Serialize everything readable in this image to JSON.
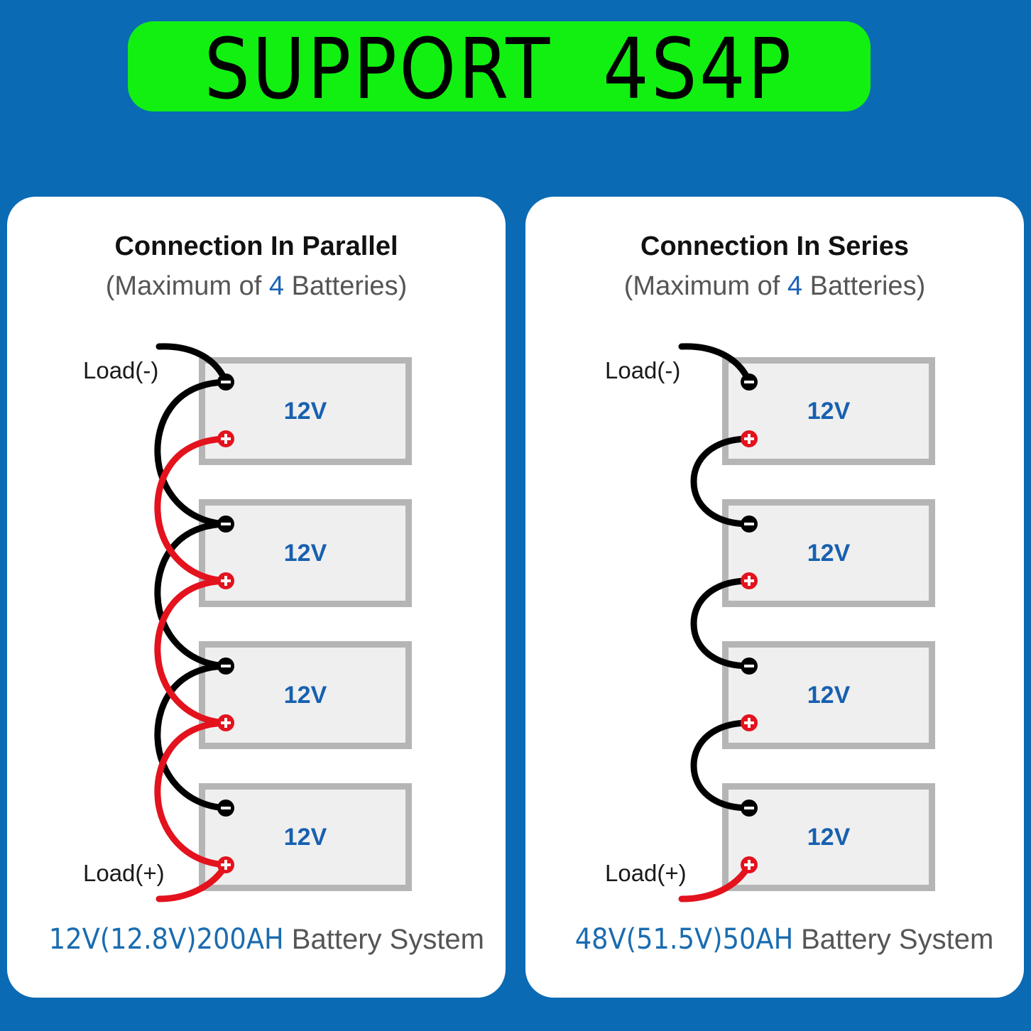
{
  "banner": {
    "text": "SUPPORT  4S4P",
    "color": "#12f012"
  },
  "colors": {
    "background": "#0a6ab4",
    "accent_blue": "#1a6cb0",
    "wire_negative": "#000000",
    "wire_positive": "#e3121d"
  },
  "parallel": {
    "title": "Connection In Parallel",
    "subtitle_pre": "(Maximum of ",
    "subtitle_num": "4",
    "subtitle_post": " Batteries)",
    "load_negative": "Load(-)",
    "load_positive": "Load(+)",
    "batteries": [
      {
        "label": "12V"
      },
      {
        "label": "12V"
      },
      {
        "label": "12V"
      },
      {
        "label": "12V"
      }
    ],
    "footer_spec": "12V(12.8V)200AH",
    "footer_system": " Battery System"
  },
  "series": {
    "title": "Connection In Series",
    "subtitle_pre": "(Maximum of ",
    "subtitle_num": "4",
    "subtitle_post": " Batteries)",
    "load_negative": "Load(-)",
    "load_positive": "Load(+)",
    "batteries": [
      {
        "label": "12V"
      },
      {
        "label": "12V"
      },
      {
        "label": "12V"
      },
      {
        "label": "12V"
      }
    ],
    "footer_spec": "48V(51.5V)50AH",
    "footer_system": " Battery System"
  }
}
